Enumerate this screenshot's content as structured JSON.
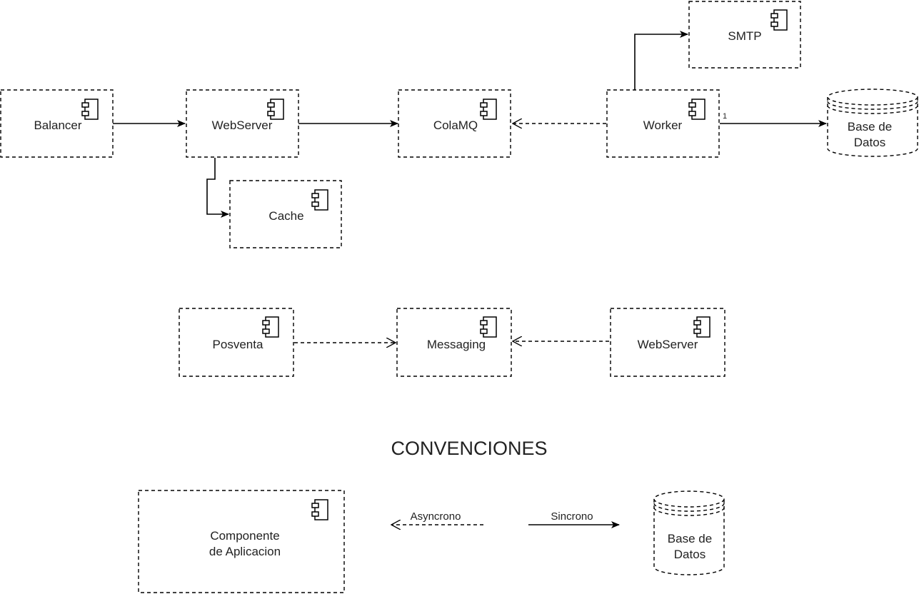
{
  "components": {
    "balancer": "Balancer",
    "webserver_top": "WebServer",
    "colamq": "ColaMQ",
    "worker": "Worker",
    "smtp": "SMTP",
    "cache": "Cache",
    "posventa": "Posventa",
    "messaging": "Messaging",
    "webserver_bottom": "WebServer"
  },
  "databases": {
    "main": {
      "line1": "Base de",
      "line2": "Datos"
    }
  },
  "multiplicity": {
    "worker_db": "1"
  },
  "legend": {
    "title": "CONVENCIONES",
    "component_line1": "Componente",
    "component_line2": "de Aplicacion",
    "async_label": "Asyncrono",
    "sync_label": "Sincrono",
    "db_line1": "Base de",
    "db_line2": "Datos"
  },
  "icons": {
    "component": "component-icon",
    "database": "database-icon"
  },
  "colors": {
    "stroke": "#000000",
    "text": "#222222",
    "background": "#ffffff"
  }
}
